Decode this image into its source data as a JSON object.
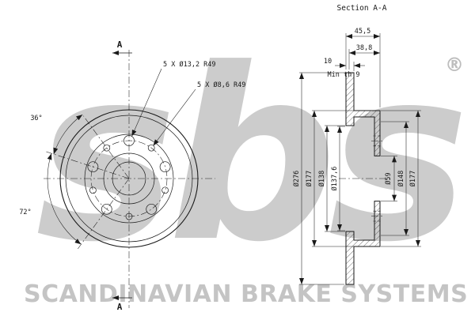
{
  "brand": {
    "logo": "sbs",
    "registered": "®",
    "footer": "SCANDINAVIAN BRAKE SYSTEMS"
  },
  "front_view": {
    "large_holes_label": "5 X Ø13,2 R49",
    "small_holes_label": "5 X Ø8,6 R49",
    "angle_small": "36°",
    "angle_large": "72°",
    "section_mark_top": "A",
    "section_mark_bottom": "A"
  },
  "section_view": {
    "title": "Section A-A",
    "overall_width": "45,5",
    "hat_depth": "38,8",
    "disc_thickness": "10",
    "min_thickness": "Min th 9",
    "outer_diameter": "Ø276",
    "hat_outer_diameter": "Ø177",
    "friction_inner_diameter": "Ø138",
    "friction_inner_diameter_alt": "Ø137,6",
    "center_bore": "Ø59",
    "hub_diameter": "Ø148",
    "flange_diameter": "Ø177"
  },
  "colors": {
    "line": "#1a1a1a",
    "watermark": "#cccccc",
    "footer_text": "#c4c4c4"
  }
}
